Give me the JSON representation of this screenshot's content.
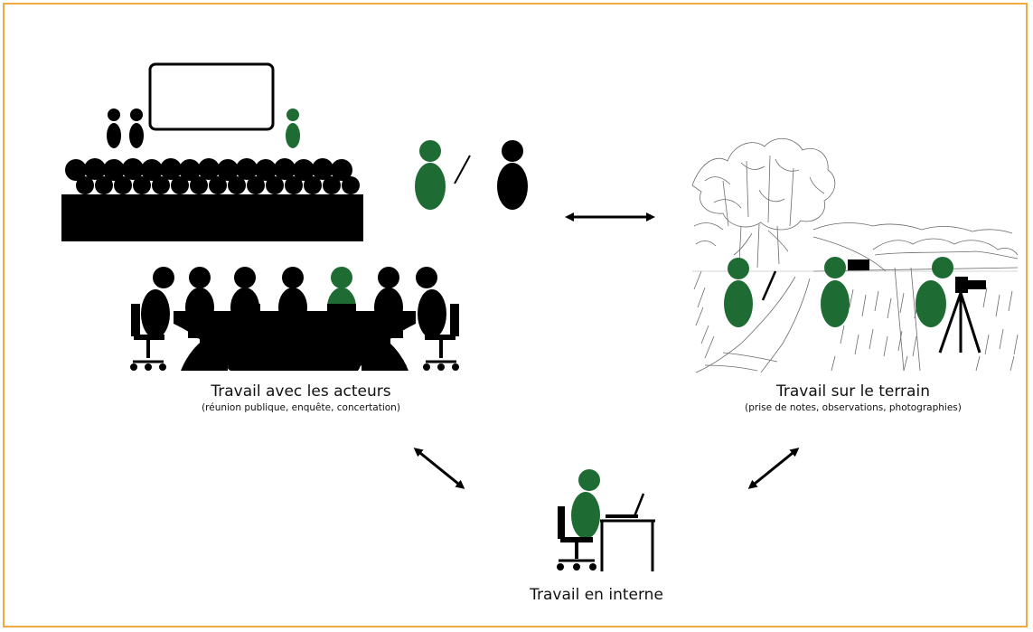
{
  "colors": {
    "frame": "#f0a840",
    "accent": "#1f6b34",
    "ink": "#000000"
  },
  "nodes": {
    "actors": {
      "title": "Travail avec les acteurs",
      "subtitle": "(réunion publique, enquête, concertation)"
    },
    "field": {
      "title": "Travail sur le terrain",
      "subtitle": "(prise de notes, observations, photographies)"
    },
    "internal": {
      "title": "Travail en interne"
    }
  },
  "edges": [
    {
      "from": "legend",
      "to": "field",
      "type": "bidirectional"
    },
    {
      "from": "actors",
      "to": "internal",
      "type": "bidirectional"
    },
    {
      "from": "field",
      "to": "internal",
      "type": "bidirectional"
    }
  ]
}
